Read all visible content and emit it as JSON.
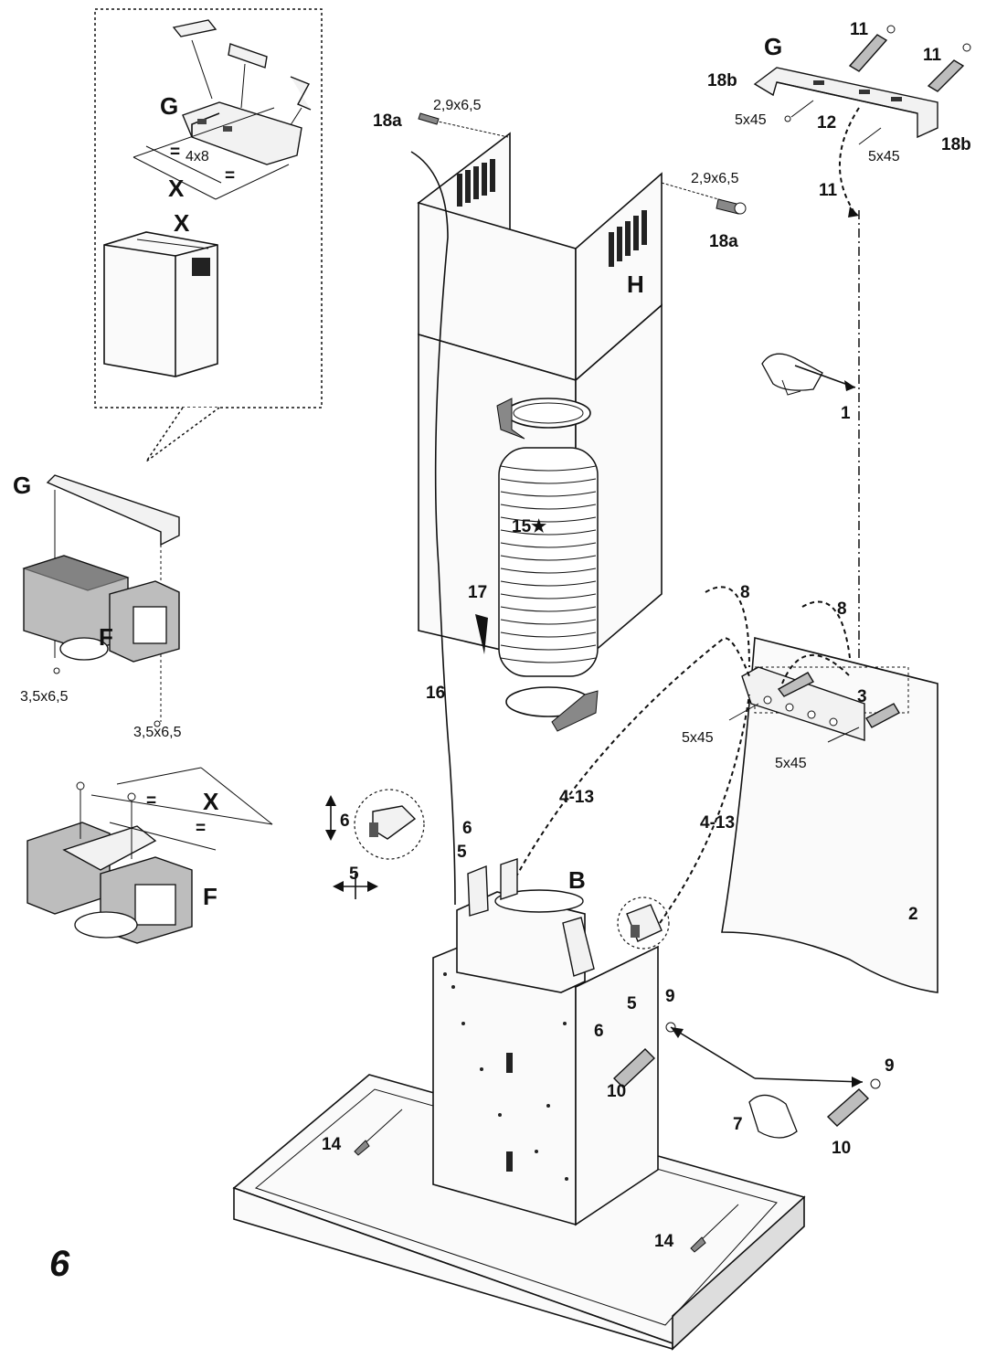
{
  "figure_number": "6",
  "parts": {
    "G": "G",
    "H": "H",
    "F": "F",
    "B": "B",
    "X": "X",
    "eq": "=",
    "p1": "1",
    "p2": "2",
    "p3": "3",
    "p4_13": "4-13",
    "p5": "5",
    "p6": "6",
    "p7": "7",
    "p8": "8",
    "p9": "9",
    "p10": "10",
    "p11": "11",
    "p12": "12",
    "p14": "14",
    "p15": "15★",
    "p16": "16",
    "p17": "17",
    "p18a": "18a",
    "p18b": "18b"
  },
  "dimensions": {
    "screw_29x65": "2,9x6,5",
    "screw_35x65": "3,5x6,5",
    "screw_5x45": "5x45",
    "screw_4x8": "4x8"
  }
}
